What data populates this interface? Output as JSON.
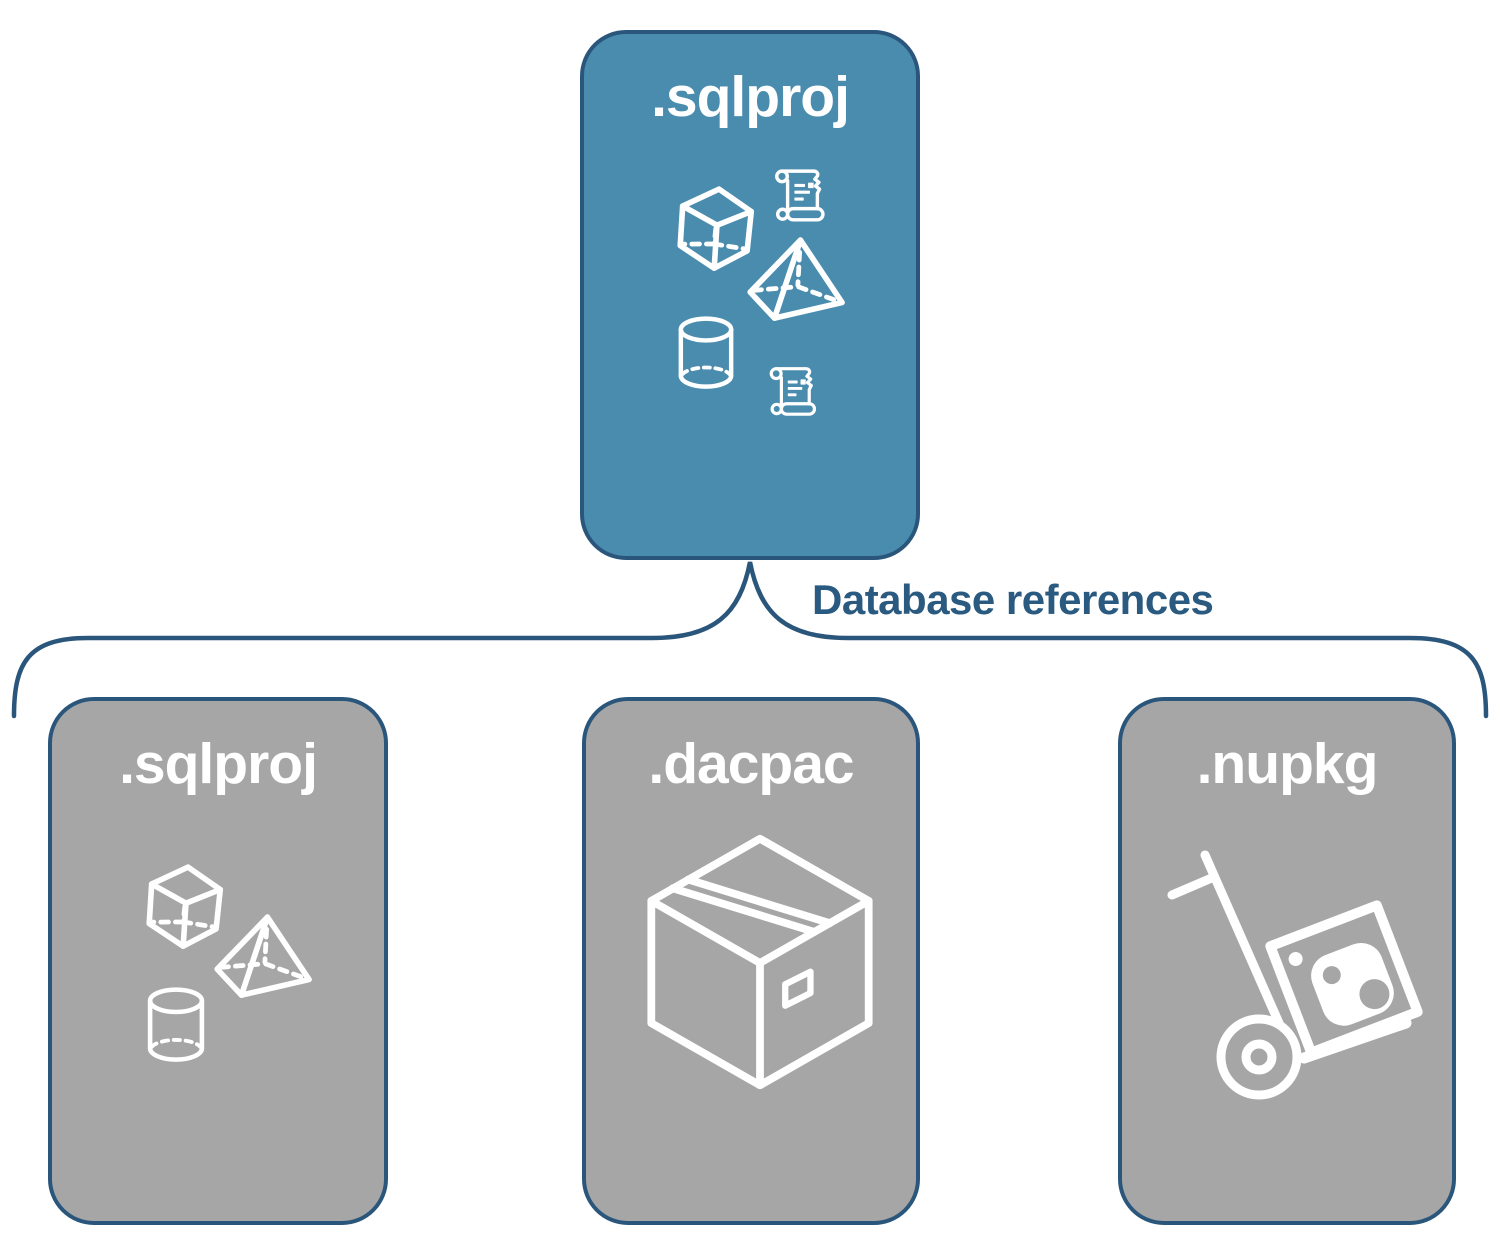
{
  "diagram": {
    "colors": {
      "accent_teal": "#4A8CAE",
      "card_gray": "#A6A6A6",
      "navy_border": "#2B567C",
      "label_navy": "#2A5A7F",
      "label_white": "#FFFFFF"
    },
    "connector": {
      "label": "Database references"
    },
    "root_card": {
      "label": ".sqlproj",
      "icons": [
        "scroll-icon",
        "cube-icon",
        "pyramid-icon",
        "cylinder-icon",
        "scroll-icon"
      ]
    },
    "child_cards": [
      {
        "label": ".sqlproj",
        "icon": "sql-objects-icon"
      },
      {
        "label": ".dacpac",
        "icon": "package-box-icon"
      },
      {
        "label": ".nupkg",
        "icon": "nuget-hand-truck-icon"
      }
    ]
  }
}
